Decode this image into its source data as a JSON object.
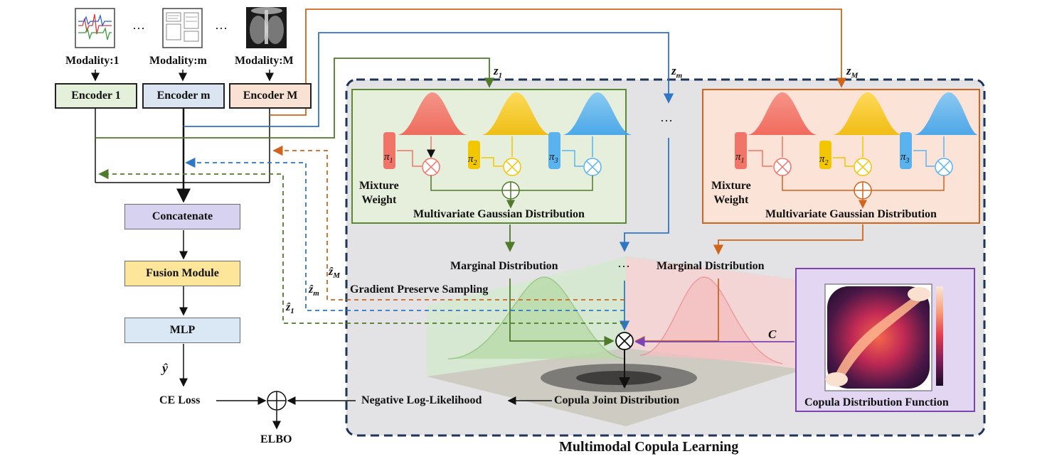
{
  "modalities": {
    "m1": "Modality:1",
    "mm": "Modality:m",
    "mM": "Modality:M",
    "dots1": "···",
    "dots2": "···"
  },
  "encoders": {
    "e1": "Encoder 1",
    "em": "Encoder m",
    "eM": "Encoder M"
  },
  "pipeline": {
    "concat": "Concatenate",
    "fusion": "Fusion Module",
    "mlp": "MLP",
    "yhat": "ŷ",
    "ce_loss": "CE Loss",
    "elbo": "ELBO"
  },
  "latents": {
    "z1": "z",
    "z1_sub": "1",
    "zm": "z",
    "zm_sub": "m",
    "zM": "z",
    "zM_sub": "M",
    "zhat1": "ẑ",
    "zhat1_sub": "1",
    "zhatm": "ẑ",
    "zhatm_sub": "m",
    "zhatM": "ẑ",
    "zhatM_sub": "M"
  },
  "gmm_left": {
    "pi1": "π",
    "pi1_sub": "1",
    "pi2": "π",
    "pi2_sub": "2",
    "pi3": "π",
    "pi3_sub": "3",
    "mixture_line1": "Mixture",
    "mixture_line2": "Weight",
    "title": "Multivariate Gaussian Distribution"
  },
  "gmm_right": {
    "pi1": "π",
    "pi1_sub": "1",
    "pi2": "π",
    "pi2_sub": "2",
    "pi3": "π",
    "pi3_sub": "3",
    "mixture_line1": "Mixture",
    "mixture_line2": "Weight",
    "title": "Multivariate Gaussian Distribution"
  },
  "copula": {
    "middle_dots": "···",
    "lower_dots": "···",
    "marginal_left": "Marginal Distribution",
    "marginal_right": "Marginal Distribution",
    "gps": "Gradient Preserve Sampling",
    "c_label": "C",
    "joint": "Copula Joint Distribution",
    "nll": "Negative Log-Likelihood",
    "cdf_title": "Copula Distribution Function",
    "section_title": "Multimodal Copula Learning"
  },
  "colors": {
    "green": "#4e7a2a",
    "blue": "#2f76c4",
    "orange": "#d0641c",
    "purple": "#7b43b3",
    "red_bar": "#f07468",
    "yellow_bar": "#f2c600",
    "blue_bar": "#5ab3ef"
  }
}
